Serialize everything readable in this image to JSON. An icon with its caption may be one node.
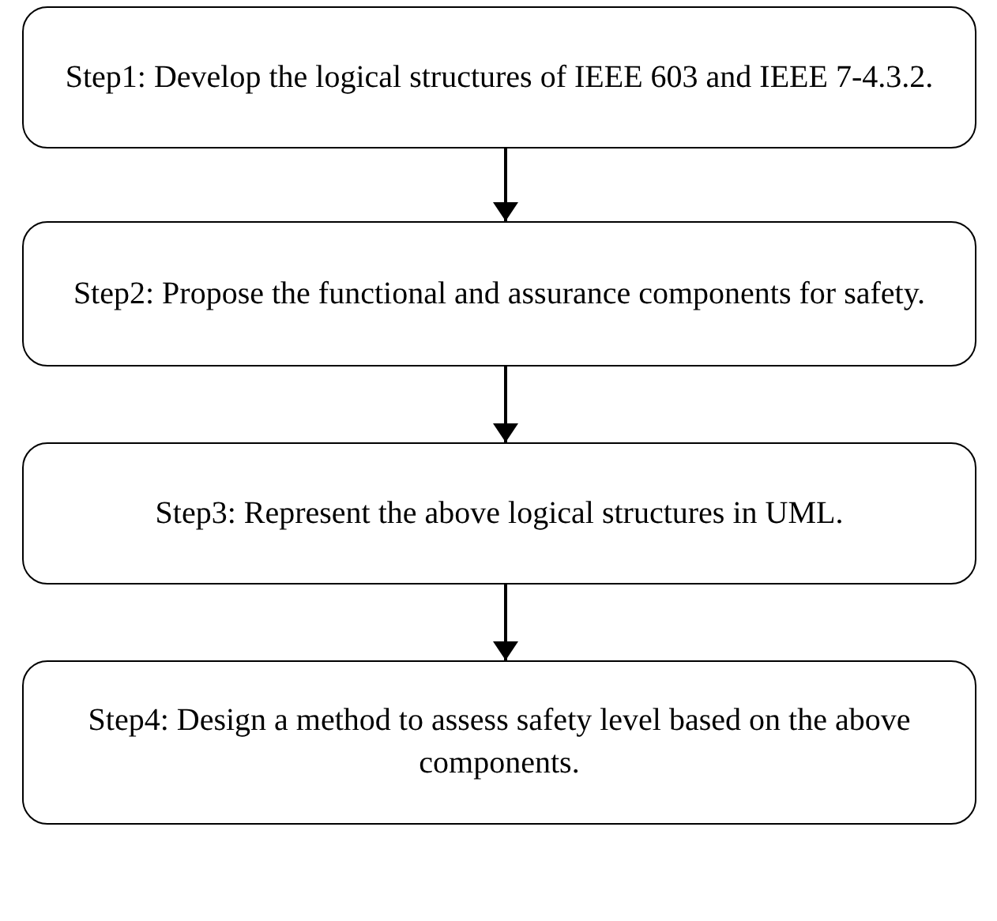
{
  "diagram": {
    "nodes": [
      {
        "text": [
          "Step1: Develop the logical structures of IEEE 603 and IEEE 7-4.3.2."
        ]
      },
      {
        "text": [
          "Step2: Propose the functional and assurance components for safety."
        ]
      },
      {
        "text": [
          "Step3: Represent the above logical structures in UML."
        ]
      },
      {
        "text": [
          "Step4: Design a method to assess safety level based on the above components."
        ]
      }
    ],
    "edges": [
      {
        "from": 0,
        "to": 1,
        "arrow": "to"
      },
      {
        "from": 1,
        "to": 2,
        "arrow": "to"
      },
      {
        "from": 2,
        "to": 3,
        "arrow": "to"
      }
    ]
  }
}
